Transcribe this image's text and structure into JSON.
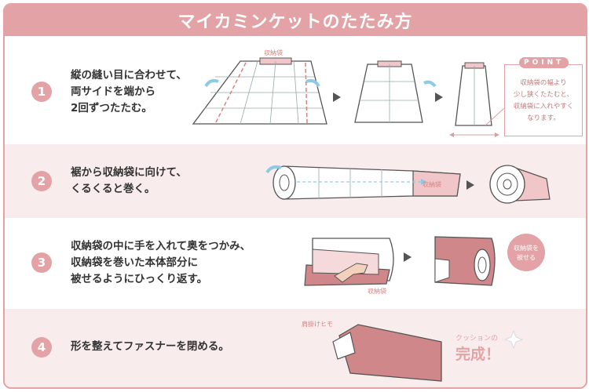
{
  "title": "マイカミンケットのたたみ方",
  "steps": [
    {
      "number": "1",
      "lines": [
        "縦の縫い目に合わせて、",
        "両サイドを端から",
        "2回ずつたたむ。"
      ]
    },
    {
      "number": "2",
      "lines": [
        "裾から収納袋に向けて、",
        "くるくると巻く。"
      ]
    },
    {
      "number": "3",
      "lines": [
        "収納袋の中に手を入れて奥をつかみ、",
        "収納袋を巻いた本体部分に",
        "被せるようにひっくり返す。"
      ]
    },
    {
      "number": "4",
      "lines": [
        "形を整えてファスナーを閉める。"
      ]
    }
  ],
  "labels": {
    "bag_label_1": "収納袋",
    "bag_label_2": "収納袋",
    "bag_label_3": "収納袋",
    "shoulder_strap": "肩掛けヒモ",
    "cover_badge_line1": "収納袋を",
    "cover_badge_line2": "被せる",
    "complete_line1": "クッションの",
    "complete_line2": "完成！"
  },
  "point": {
    "heading": "POINT",
    "lines": [
      "収納袋の幅より",
      "少し狭くたたむと、",
      "収納袋に入れやすく",
      "なります。"
    ]
  },
  "colors": {
    "accent": "#e3a3a6",
    "row_tint": "#f9ecec",
    "bag_pink": "#cf878a",
    "arrow_blue": "#8ec9e6",
    "line_dark": "#555555"
  }
}
